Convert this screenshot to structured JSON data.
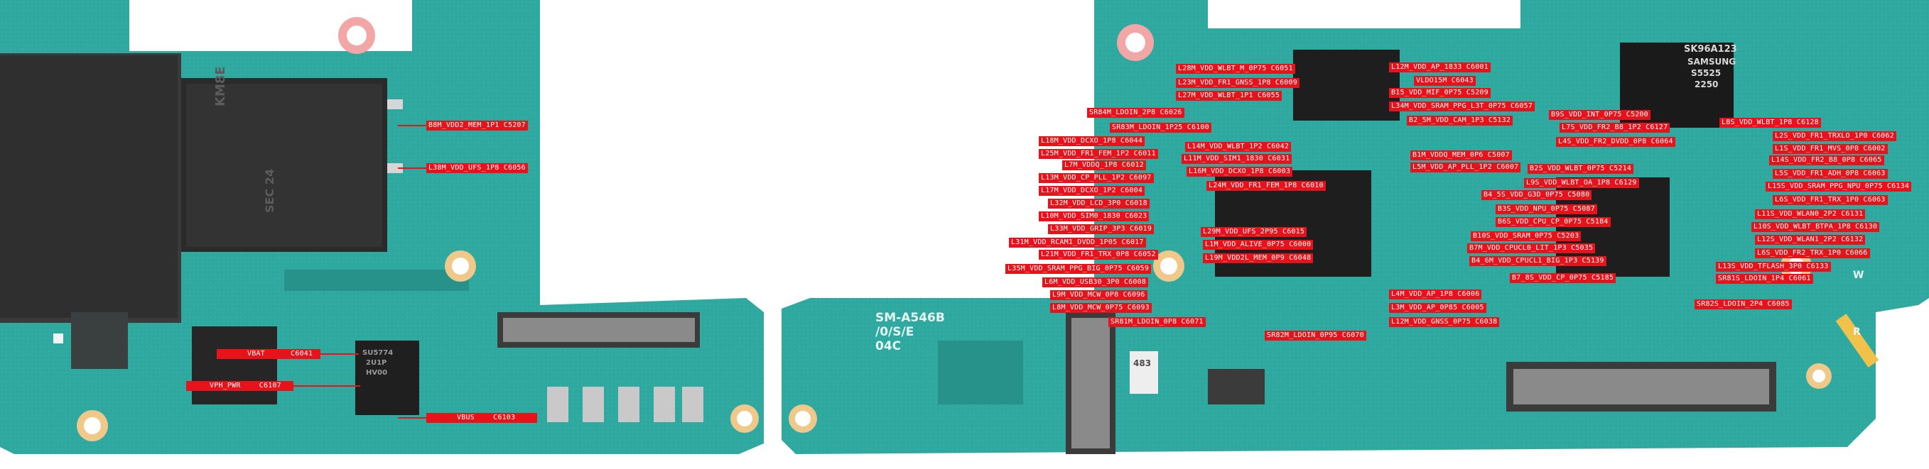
{
  "colors": {
    "board": "#2fa9a0",
    "board_dark": "#1f8a82",
    "label": "#e8121b",
    "label_text": "#ffffff",
    "chip": "#2b2b2b"
  },
  "silkscreen": {
    "model": "SM-A546B",
    "rev": "/0/S/E",
    "code": "04C",
    "chip_top_1": "SK96A123",
    "chip_top_2": "SAMSUNG",
    "chip_top_3": "S5525",
    "chip_top_4": "2250",
    "ram_1": "KM8E",
    "ram_2": "SEC 24",
    "pmic_1": "SU5774",
    "pmic_2": "2U1P",
    "pmic_3": "HV00",
    "conn_1": "483",
    "marker_w": "W",
    "marker_r": "R"
  },
  "left_labels": [
    {
      "text": "B8M_VDD2_MEM_1P1",
      "ref": "C5207"
    },
    {
      "text": "L38M_VDD_UFS_1P8",
      "ref": "C6056"
    },
    {
      "text": "VBAT",
      "ref": "C6041"
    },
    {
      "text": "VPH_PWR",
      "ref": "C6107"
    },
    {
      "text": "VBUS",
      "ref": "C6103"
    }
  ],
  "right_labels": [
    {
      "text": "L28M_VDD_WLBT_M_0P75",
      "ref": "C6051"
    },
    {
      "text": "L23M_VDD_FR1_GNSS_1P8",
      "ref": "C6009"
    },
    {
      "text": "L27M_VDD_WLBT_1P1",
      "ref": "C6055"
    },
    {
      "text": "SR84M_LDOIN_2P8",
      "ref": "C6026"
    },
    {
      "text": "SR83M_LDOIN_1P25",
      "ref": "C6100"
    },
    {
      "text": "L12M_VDD_AP_1833",
      "ref": "C6001"
    },
    {
      "text": "VLDO15M",
      "ref": "C6043"
    },
    {
      "text": "B15_VDD_MIF_0P75",
      "ref": "C5209"
    },
    {
      "text": "L34M_VDD_SRAM_PPG_L3T_0P75",
      "ref": "C6057"
    },
    {
      "text": "B2_5M_VDD_CAM_1P3",
      "ref": "C5132"
    },
    {
      "text": "B9S_VDD_INT_0P75",
      "ref": "C5200"
    },
    {
      "text": "L7S_VDD_FR2_B8_1P2",
      "ref": "C6127"
    },
    {
      "text": "L4S_VDD_FR2_DVDD_0P8",
      "ref": "C6064"
    },
    {
      "text": "L8S_VDD_WLBT_1P8",
      "ref": "C6128"
    },
    {
      "text": "L18M_VDD_DCXO_1P8",
      "ref": "C6044"
    },
    {
      "text": "L25M_VDD_FR1_FEM_1P2",
      "ref": "C6011"
    },
    {
      "text": "L7M_VDDQ_1P8",
      "ref": "C6012"
    },
    {
      "text": "L13M_VDD_CP_PLL_1P2",
      "ref": "C6097"
    },
    {
      "text": "L17M_VDD_DCXO_1P2",
      "ref": "C6004"
    },
    {
      "text": "L32M_VDD_LCD_3P0",
      "ref": "C6018"
    },
    {
      "text": "L10M_VDD_SIM0_1830",
      "ref": "C6023"
    },
    {
      "text": "L33M_VDD_GRIP_3P3",
      "ref": "C6019"
    },
    {
      "text": "L31M_VDD_RCAM1_DVDD_1P05",
      "ref": "C6017"
    },
    {
      "text": "L21M_VDD_FR1_TRX_0P8",
      "ref": "C6052"
    },
    {
      "text": "L35M_VDD_SRAM_PPG_BIG_0P75",
      "ref": "C6059"
    },
    {
      "text": "L6M_VDD_USB30_3P0",
      "ref": "C6008"
    },
    {
      "text": "L9M_VDD_MCW_0P8",
      "ref": "C6096"
    },
    {
      "text": "L8M_VDD_MCW_0P75",
      "ref": "C6093"
    },
    {
      "text": "SR81M_LDOIN_0P8",
      "ref": "C6071"
    },
    {
      "text": "L14M_VDD_WLBT_1P2",
      "ref": "C6042"
    },
    {
      "text": "L11M_VDD_SIM1_1830",
      "ref": "C6031"
    },
    {
      "text": "L16M_VDD_DCXO_1P8",
      "ref": "C6003"
    },
    {
      "text": "L24M_VDD_FR1_FEM_1P8",
      "ref": "C6010"
    },
    {
      "text": "L29M_VDD_UFS_2P95",
      "ref": "C6015"
    },
    {
      "text": "L1M_VDD_ALIVE_0P75",
      "ref": "C6000"
    },
    {
      "text": "L19M_VDD2L_MEM_0P9",
      "ref": "C6048"
    },
    {
      "text": "L4M_VDD_AP_1P8",
      "ref": "C6006"
    },
    {
      "text": "L3M_VDD_AP_0P85",
      "ref": "C6005"
    },
    {
      "text": "L12M_VDD_GNSS_0P75",
      "ref": "C6038"
    },
    {
      "text": "SR82M_LDOIN_0P95",
      "ref": "C6070"
    },
    {
      "text": "B1M_VDDQ_MEM_0P6",
      "ref": "C5007"
    },
    {
      "text": "L5M_VDD_AP_PLL_1P2",
      "ref": "C6007"
    },
    {
      "text": "B2S_VDD_WLBT_0P75",
      "ref": "C5214"
    },
    {
      "text": "L9S_VDD_WLBT_OA_1P8",
      "ref": "C6129"
    },
    {
      "text": "B4_5S_VDD_G3D_0P75",
      "ref": "C5080"
    },
    {
      "text": "B3S_VDD_NPU_0P75",
      "ref": "C5087"
    },
    {
      "text": "B6S_VDD_CPU_CP_0P75",
      "ref": "C5184"
    },
    {
      "text": "B10S_VDD_SRAM_0P75",
      "ref": "C5203"
    },
    {
      "text": "B7M_VDD_CPUCL0_LIT_1P3",
      "ref": "C5035"
    },
    {
      "text": "B4_6M_VDD_CPUCL1_BIG_1P3",
      "ref": "C5139"
    },
    {
      "text": "B7_8S_VDD_CP_0P75",
      "ref": "C5185"
    },
    {
      "text": "L2S_VDD_FR1_TRXLO_1P0",
      "ref": "C6062"
    },
    {
      "text": "L1S_VDD_FR1_MVS_0P8",
      "ref": "C6002"
    },
    {
      "text": "L14S_VDD_FR2_B8_0P8",
      "ref": "C6065"
    },
    {
      "text": "L5S_VDD_FR1_ADH_0P8",
      "ref": "C6063"
    },
    {
      "text": "L15S_VDD_SRAM_PPG_NPU_0P75",
      "ref": "C6134"
    },
    {
      "text": "L6S_VDD_FR1_TRX_1P0",
      "ref": "C6063"
    },
    {
      "text": "L11S_VDD_WLAN0_2P2",
      "ref": "C6131"
    },
    {
      "text": "L10S_VDD_WLBT_BTPA_1P8",
      "ref": "C6130"
    },
    {
      "text": "L12S_VDD_WLAN1_2P2",
      "ref": "C6132"
    },
    {
      "text": "L6S_VDD_FR2_TRX_1P0",
      "ref": "C6066"
    },
    {
      "text": "L13S_VDD_TFLASH_3P0",
      "ref": "C6133"
    },
    {
      "text": "SR81S_LDOIN_1P4",
      "ref": "C6061"
    },
    {
      "text": "SR82S_LDOIN_2P4",
      "ref": "C6085"
    }
  ]
}
